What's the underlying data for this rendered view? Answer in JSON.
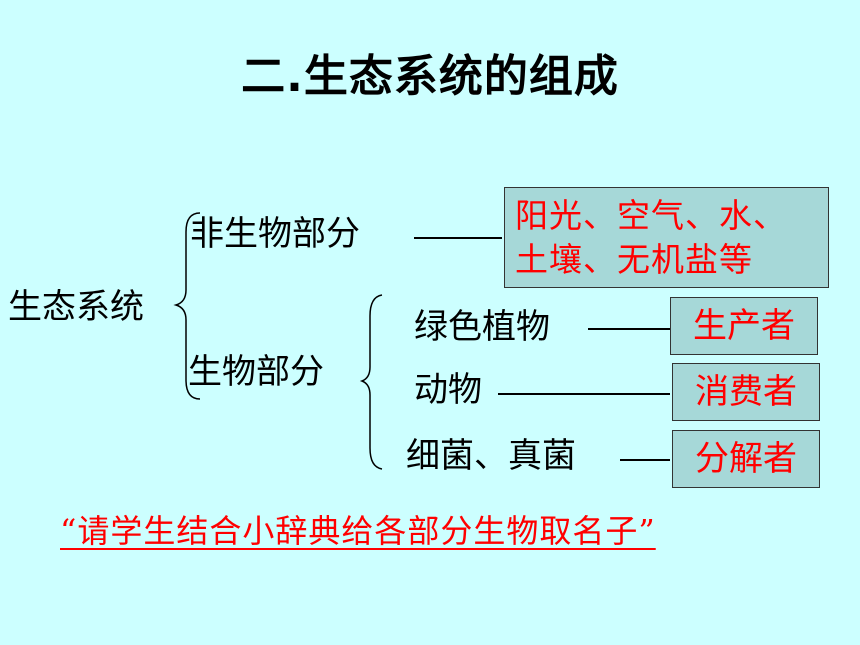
{
  "title": "二.生态系统的组成",
  "root": "生态系统",
  "abiotic": {
    "label": "非生物部分",
    "dash": "——",
    "components_line1": "阳光、空气、水、",
    "components_line2": "土壤、无机盐等"
  },
  "biotic": {
    "label": "生物部分",
    "items": [
      {
        "name": "绿色植物",
        "dash": "——",
        "role": "生产者"
      },
      {
        "name": "动物",
        "dash": "————",
        "role": "消费者"
      },
      {
        "name": "细菌、真菌",
        "dash": "—",
        "role": "分解者"
      }
    ]
  },
  "note": "“请学生结合小辞典给各部分生物取名子”",
  "colors": {
    "background": "#ccffff",
    "box_fill": "#a6d8d8",
    "highlight_text": "#ff0000"
  }
}
